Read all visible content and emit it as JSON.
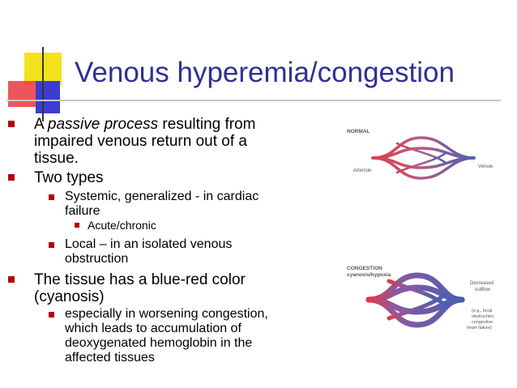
{
  "slide": {
    "title": "Venous hyperemia/congestion",
    "bullets": {
      "b1_pre": "A ",
      "b1_italic": "passive process",
      "b1_post": " resulting from",
      "b1_line2": "impaired venous return out of a",
      "b1_line3": "tissue.",
      "b2": "Two types",
      "b2a_line1": "Systemic, generalized - in cardiac",
      "b2a_line2": "failure",
      "b2a_i": "Acute/chronic",
      "b2b_line1": "Local – in an isolated venous",
      "b2b_line2": "obstruction",
      "b3_line1": "The tissue has a blue-red color",
      "b3_line2": "(cyanosis)",
      "b3a_line1": "especially in worsening congestion,",
      "b3a_line2": "which leads to accumulation of",
      "b3a_line3": "deoxygenated hemoglobin in the",
      "b3a_line4": "affected tissues"
    }
  },
  "diagrams": {
    "normal": {
      "heading": "NORMAL",
      "left_label": "Arteriole",
      "right_label": "Venule"
    },
    "congestion": {
      "heading_line1": "CONGESTION",
      "heading_line2": "cyanosis/hypoxia",
      "right_label_line1": "Decreased",
      "right_label_line2": "outflow",
      "note_line1": "(e.g., local",
      "note_line2": "obstruction,",
      "note_line3": "congestive",
      "note_line4": "heart failure)"
    }
  },
  "colors": {
    "title": "#2e3192",
    "bullet": "#b50000",
    "arterial": "#e03a4a",
    "venous": "#4a5fb0"
  }
}
